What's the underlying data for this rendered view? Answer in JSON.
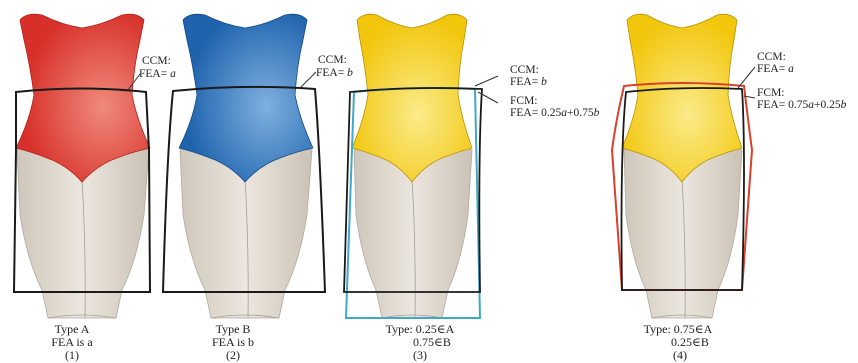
{
  "figures": [
    {
      "id": "1",
      "caption_lines": [
        "Type A",
        "FEA is a",
        "(1)"
      ],
      "bodice_color": "#d7302a",
      "bodice_highlight": "#f08a7c",
      "outline_color": "#1a1a1a",
      "annotation_lines": [
        {
          "label": "CCM:"
        },
        {
          "label": "FEA= ",
          "var": "a"
        }
      ]
    },
    {
      "id": "2",
      "caption_lines": [
        "Type B",
        "FEA is b",
        "(2)"
      ],
      "bodice_color": "#1f63ad",
      "bodice_highlight": "#7fb0e0",
      "outline_color": "#1a1a1a",
      "annotation_lines": [
        {
          "label": "CCM:"
        },
        {
          "label": "FEA= ",
          "var": "b"
        }
      ]
    },
    {
      "id": "3",
      "caption_lines": [
        "Type: 0.25∈A",
        "0.75∈B",
        "(3)"
      ],
      "bodice_color": "#f2c60c",
      "bodice_highlight": "#fbeb8a",
      "outline_color": "#1a1a1a",
      "alt_outline_color": "#3fa9c9",
      "annotation_lines": [
        {
          "label": "CCM:"
        },
        {
          "label": "FEA= ",
          "var": "b"
        },
        {
          "label": "FCM:"
        },
        {
          "label": "FEA= 0.25",
          "var": "a",
          "rest": "+0.75",
          "var2": "b"
        }
      ]
    },
    {
      "id": "4",
      "caption_lines": [
        "Type: 0.75∈A",
        "0.25∈B",
        "(4)"
      ],
      "bodice_color": "#f2c60c",
      "bodice_highlight": "#fbeb8a",
      "outline_color": "#1a1a1a",
      "alt_outline_color": "#d9402e",
      "annotation_lines": [
        {
          "label": "CCM:"
        },
        {
          "label": "FEA= ",
          "var": "a"
        },
        {
          "label": "FCM:"
        },
        {
          "label": "FEA= 0.75",
          "var": "a",
          "rest": "+0.25",
          "var2": "b"
        }
      ]
    }
  ],
  "colors": {
    "skin": "#ddd6cb",
    "skin_shade": "#c9c0b3",
    "skin_light": "#eeeae3",
    "text": "#222222"
  }
}
